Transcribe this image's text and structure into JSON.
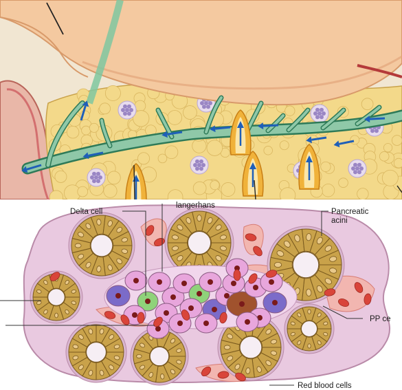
{
  "labels": {
    "delta_cell": "Delta cell",
    "islet_of_langerhans": "langerhans",
    "pancreatic_acini_line1": "Pancreatic",
    "pancreatic_acini_line2": "acini",
    "pp_cell": "PP ce",
    "red_blood_cells": "Red blood cells"
  },
  "colors": {
    "stomach": "#f4c9a0",
    "stomach_edge": "#d89a6a",
    "pancreas_lobule": "#f3d98a",
    "duct": "#8fc8a8",
    "duct_edge": "#2e7a58",
    "arrow": "#1f5fb8",
    "islet_purple": "#9a86c4",
    "acinus_cell": "#c9a24a",
    "acinus_cell_edge": "#7a5a1e",
    "acinus_lumen": "#f6eef4",
    "tissue_bg": "#e9c9e0",
    "islet_cell": "#e8a6dc",
    "alpha_cell": "#7b6bc9",
    "delta_cell_color": "#8fd27a",
    "pp_cell_color": "#a0522d",
    "nucleus": "#7a1a1a",
    "rbc": "#d9453a",
    "capillary": "#f2b6b0"
  }
}
